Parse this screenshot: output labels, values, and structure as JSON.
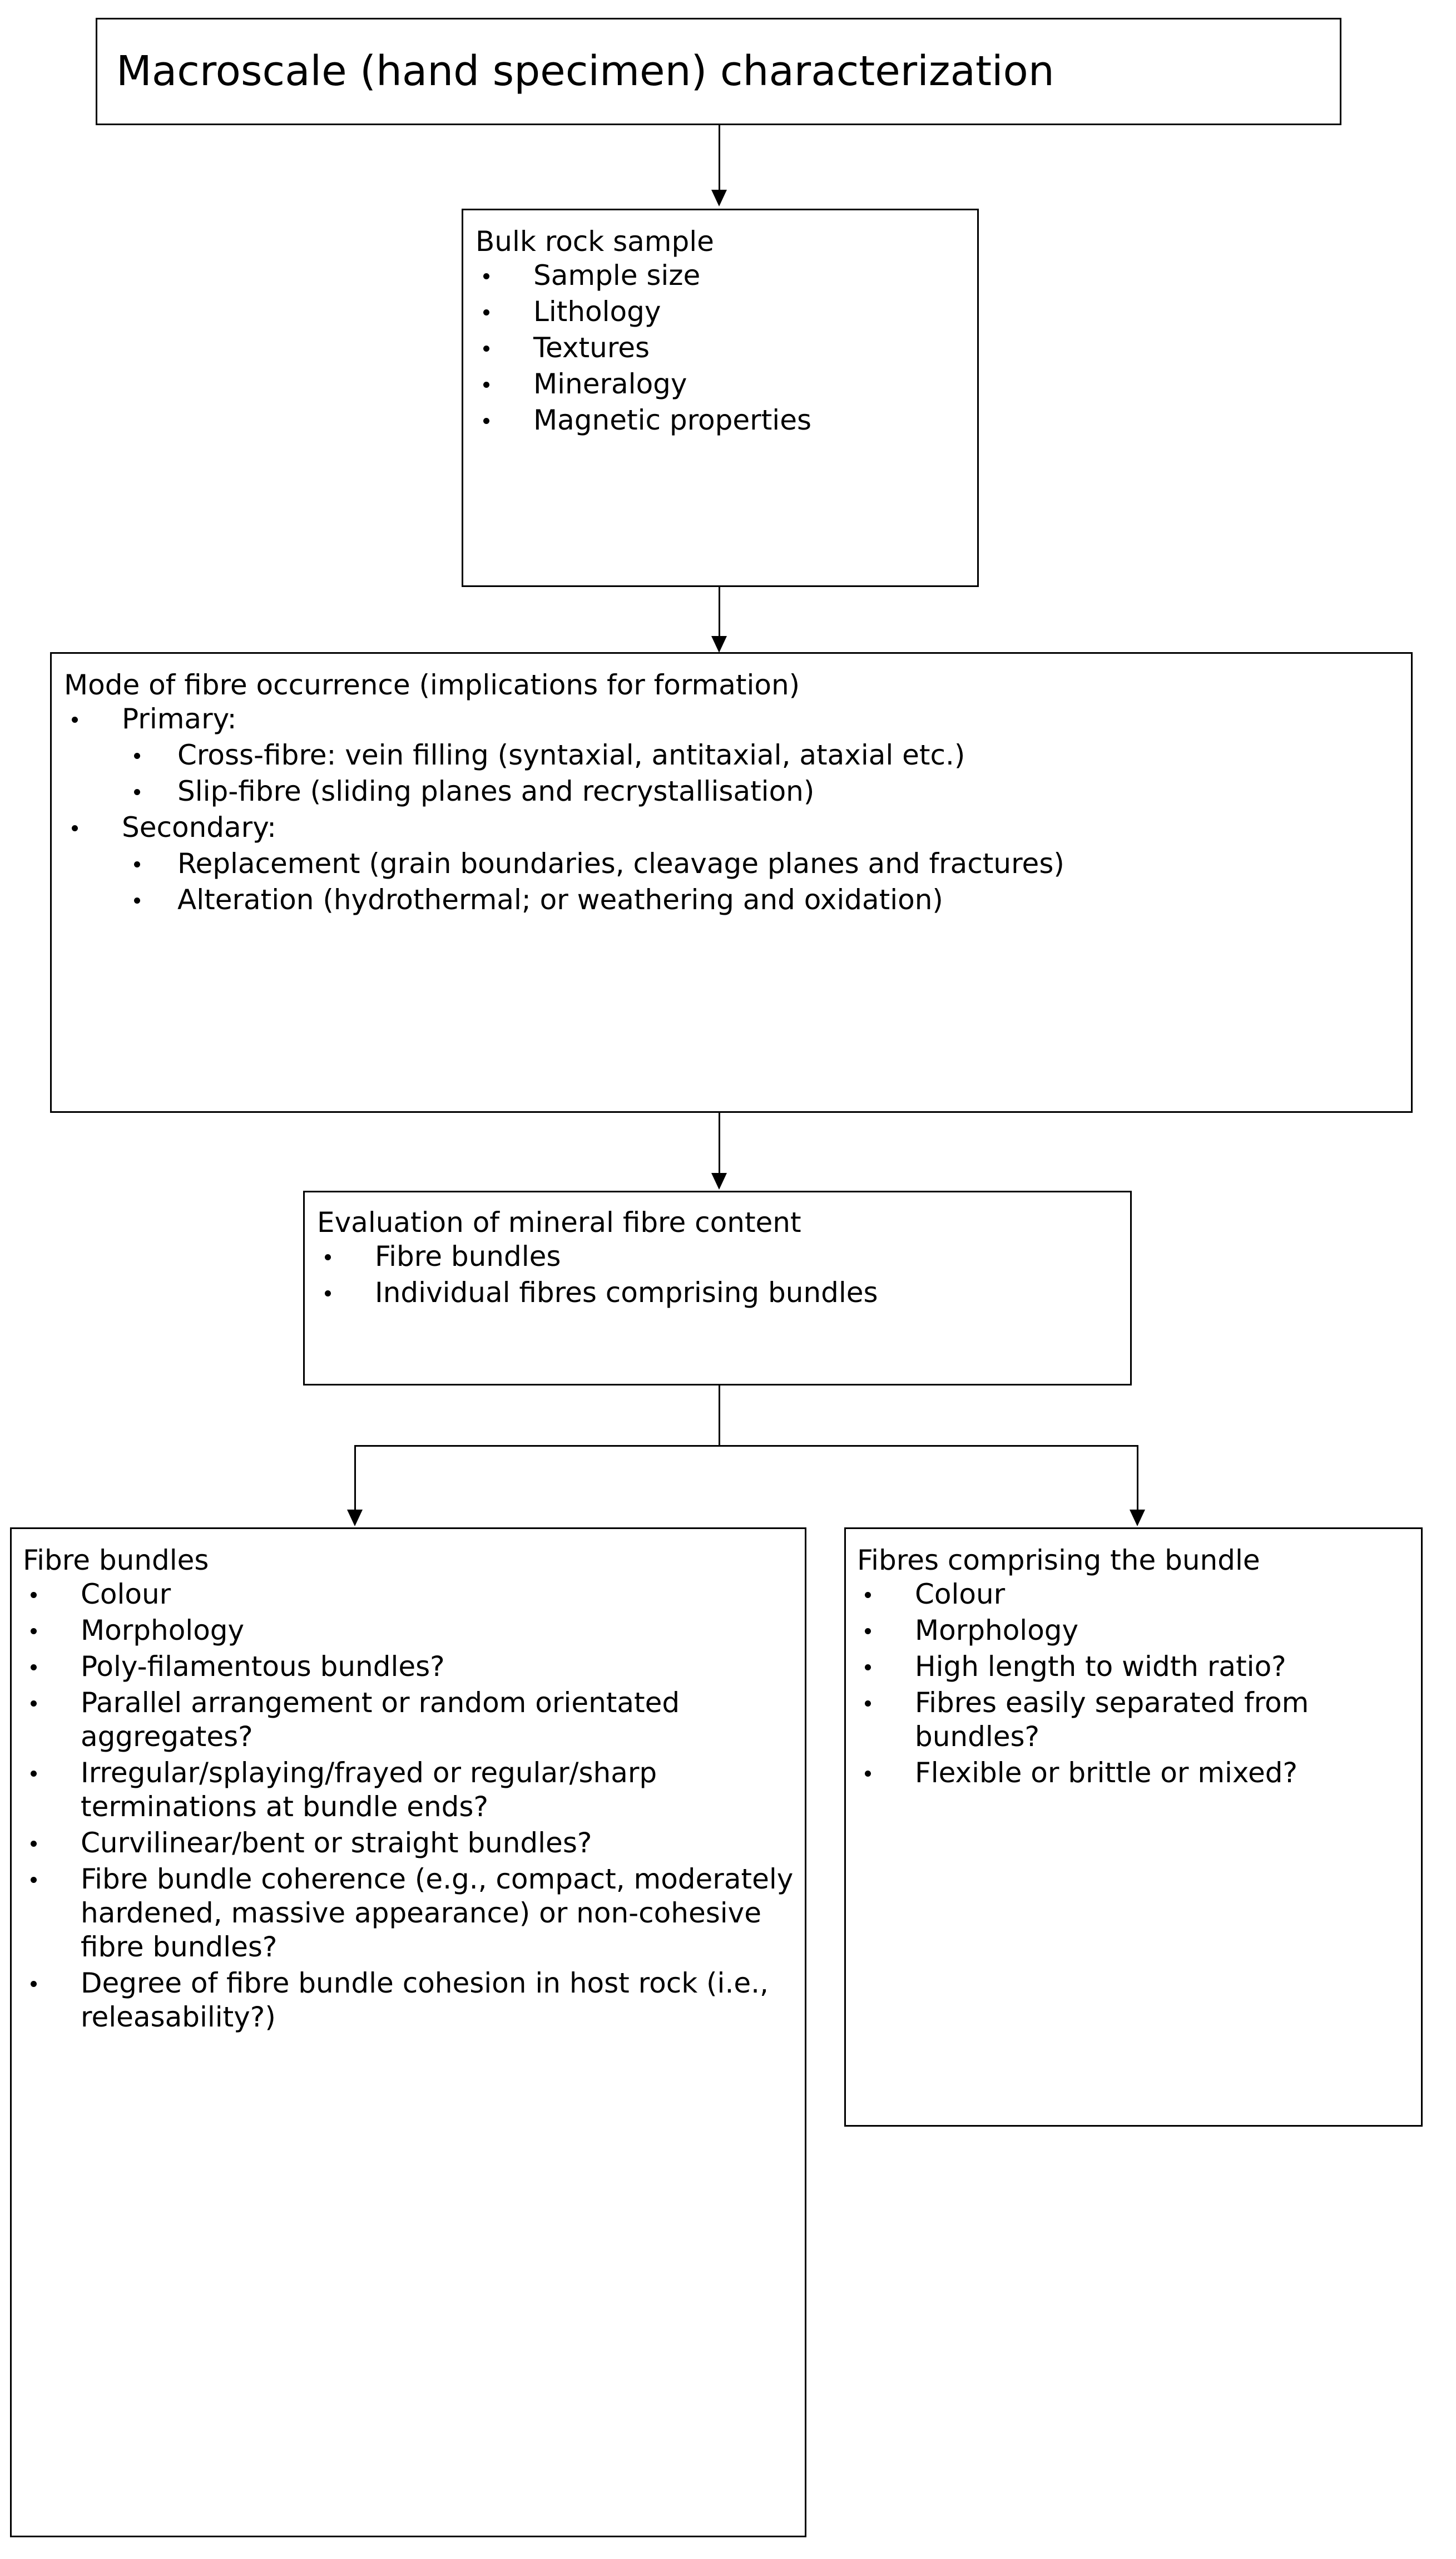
{
  "diagram": {
    "title": "Macroscale (hand specimen) characterization",
    "nodes": {
      "macroscale": {
        "heading": "Macroscale (hand specimen) characterization"
      },
      "bulk_rock_sample": {
        "heading": "Bulk rock sample",
        "items": [
          "Sample size",
          "Lithology",
          "Textures",
          "Mineralogy",
          "Magnetic properties"
        ]
      },
      "mode_of_fibre_occurrence": {
        "heading": "Mode of fibre occurrence (implications for formation)",
        "groups": [
          {
            "label": "Primary:",
            "items": [
              "Cross-fibre: vein filling (syntaxial, antitaxial, ataxial etc.)",
              "Slip-fibre (sliding planes and recrystallisation)"
            ]
          },
          {
            "label": "Secondary:",
            "items": [
              "Replacement (grain boundaries, cleavage planes and fractures)",
              "Alteration (hydrothermal; or weathering and oxidation)"
            ]
          }
        ]
      },
      "evaluation_of_mineral_fibre_content": {
        "heading": "Evaluation of mineral fibre content",
        "items": [
          "Fibre bundles",
          "Individual fibres comprising bundles"
        ]
      },
      "fibre_bundles": {
        "heading": "Fibre bundles",
        "items": [
          "Colour",
          "Morphology",
          "Poly-filamentous bundles?",
          "Parallel arrangement or random orientated aggregates?",
          "Irregular/splaying/frayed or regular/sharp terminations at bundle ends?",
          "Curvilinear/bent or straight bundles?",
          "Fibre bundle coherence (e.g., compact, moderately hardened, massive appearance) or non-cohesive fibre bundles?",
          "Degree of fibre bundle cohesion in host rock (i.e., releasability?)"
        ]
      },
      "fibres_comprising_the_bundle": {
        "heading": "Fibres comprising the bundle",
        "items": [
          "Colour",
          "Morphology",
          "High length to width ratio?",
          "Fibres easily separated from bundles?",
          "Flexible or brittle or mixed?"
        ]
      }
    },
    "colors": {
      "stroke": "#000000",
      "background": "#ffffff",
      "text": "#000000"
    }
  }
}
